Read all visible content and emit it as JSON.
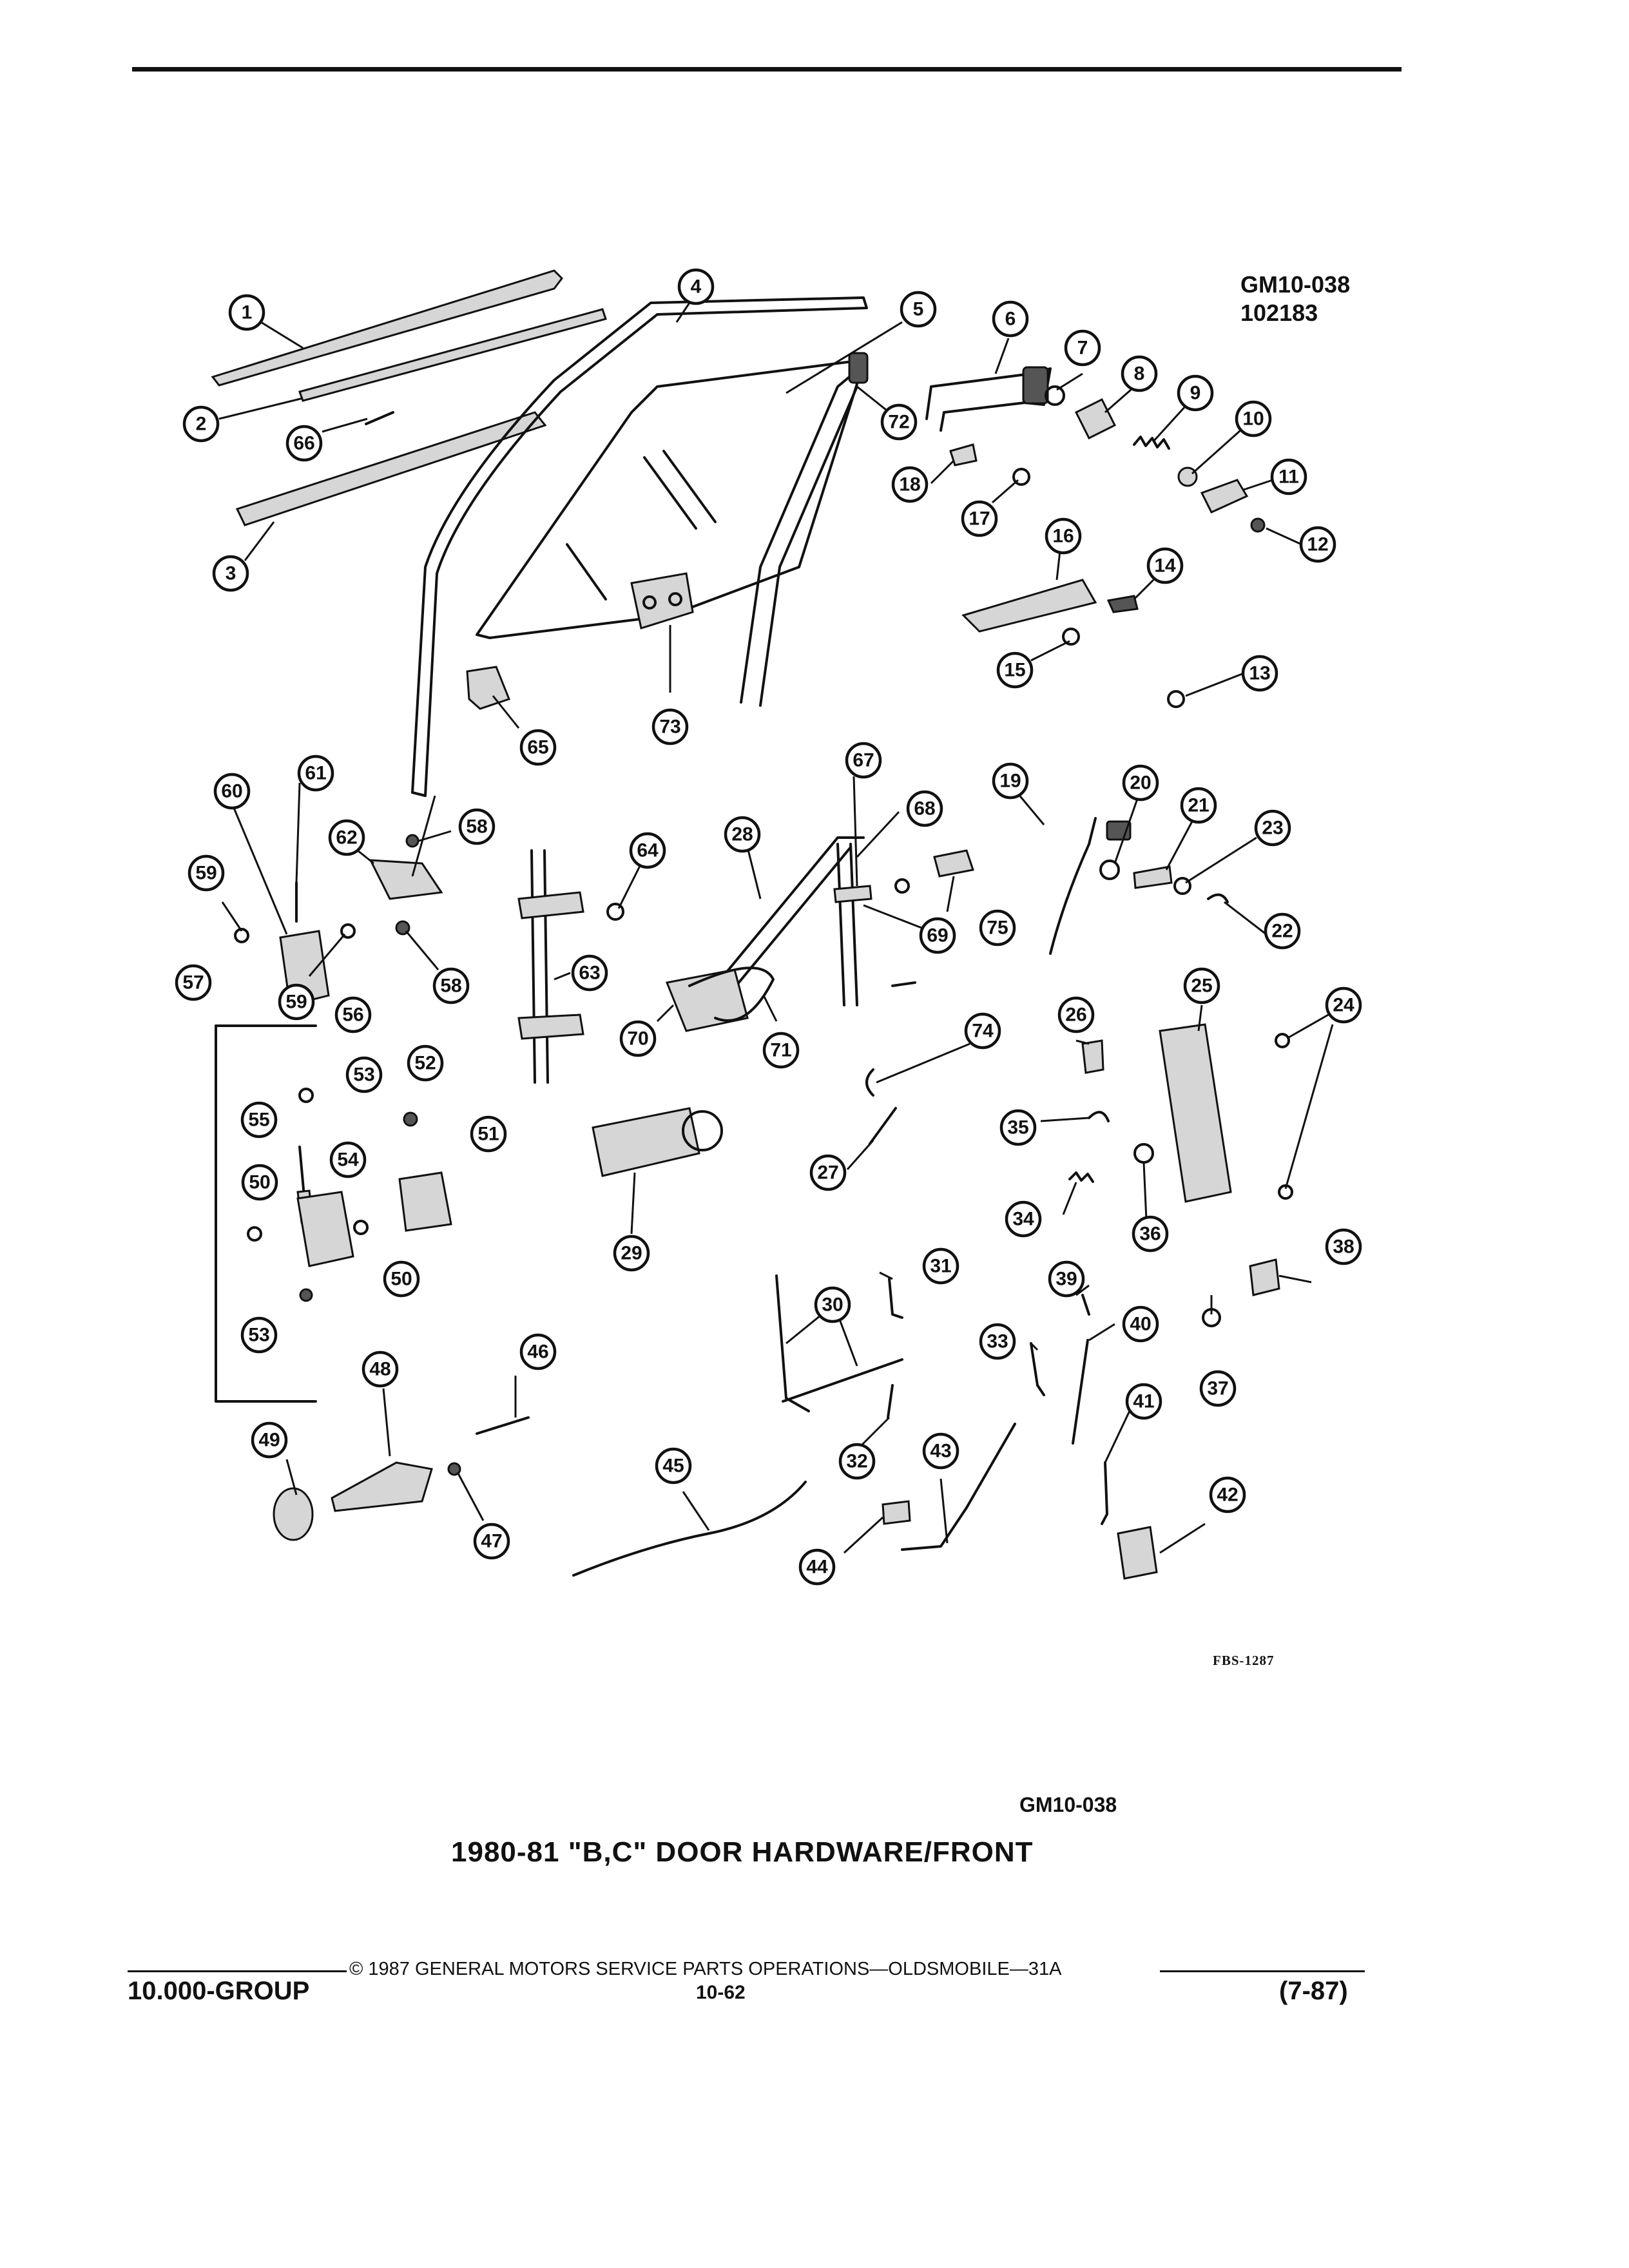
{
  "drawing_id": "GM10-038",
  "drawing_code": "102183",
  "fbs_code": "FBS-1287",
  "caption_id": "GM10-038",
  "caption_title": "1980-81 \"B,C\" DOOR HARDWARE/FRONT",
  "footer": {
    "copyright": "© 1987 GENERAL MOTORS SERVICE PARTS OPERATIONS—OLDSMOBILE—31A",
    "group": "10.000-GROUP",
    "page": "10-62",
    "revision": "(7-87)"
  },
  "callouts": [
    "1",
    "2",
    "3",
    "4",
    "5",
    "6",
    "7",
    "8",
    "9",
    "10",
    "11",
    "12",
    "13",
    "14",
    "15",
    "16",
    "17",
    "18",
    "19",
    "20",
    "21",
    "22",
    "23",
    "24",
    "25",
    "26",
    "27",
    "28",
    "29",
    "30",
    "31",
    "32",
    "33",
    "34",
    "35",
    "36",
    "37",
    "38",
    "39",
    "40",
    "41",
    "42",
    "43",
    "44",
    "45",
    "46",
    "47",
    "48",
    "49",
    "50",
    "50",
    "51",
    "52",
    "53",
    "53",
    "54",
    "55",
    "56",
    "57",
    "58",
    "58",
    "59",
    "59",
    "60",
    "61",
    "62",
    "63",
    "64",
    "65",
    "66",
    "67",
    "68",
    "69",
    "70",
    "71",
    "72",
    "73",
    "74",
    "75"
  ]
}
